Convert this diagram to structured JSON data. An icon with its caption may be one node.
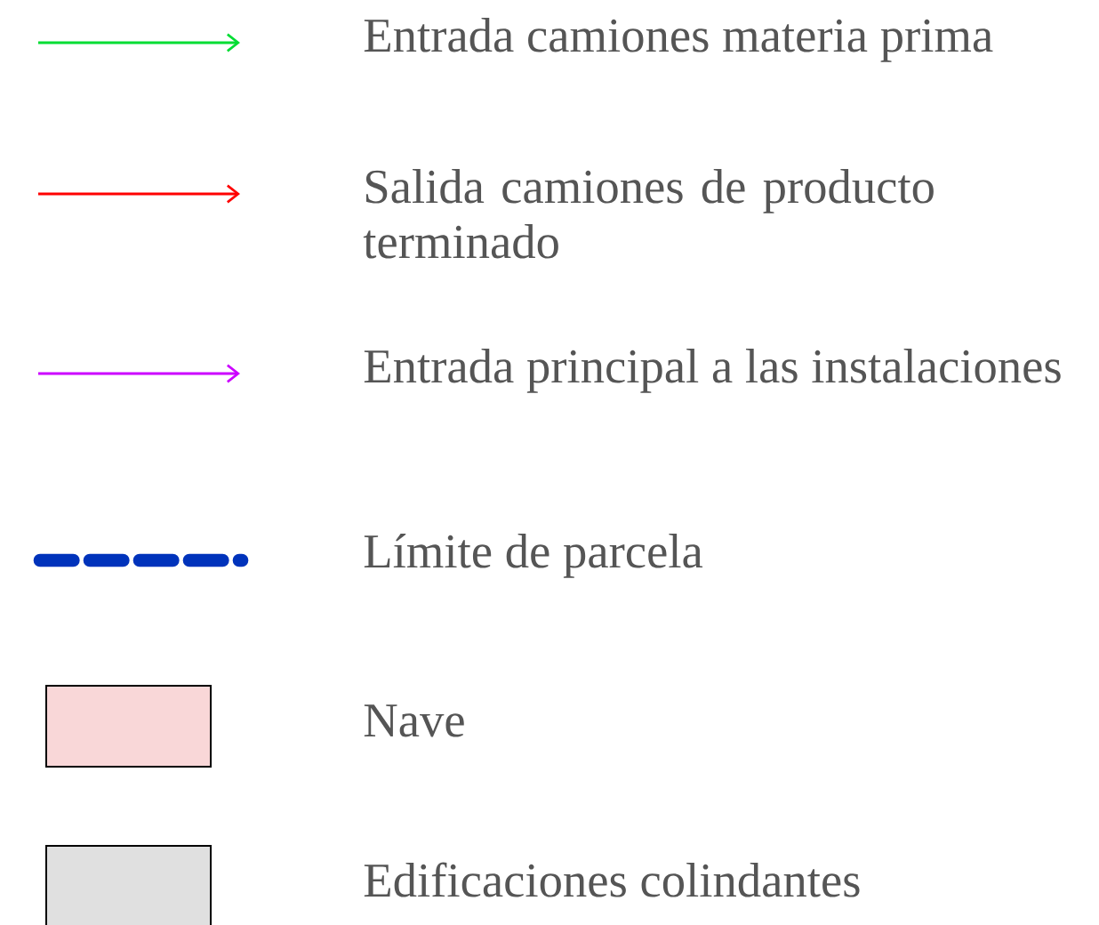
{
  "diagram": {
    "legend": [
      {
        "text": "Entrada camiones materia prima"
      },
      {
        "text": "Salida camiones de producto terminado"
      },
      {
        "text": "Entrada principal a las instalaciones"
      },
      {
        "text": "Límite de parcela"
      },
      {
        "text": "Nave",
        "color": "#f9d7d8"
      },
      {
        "text": "Edificaciones colindantes",
        "color": "#e0e0e0"
      }
    ]
  }
}
